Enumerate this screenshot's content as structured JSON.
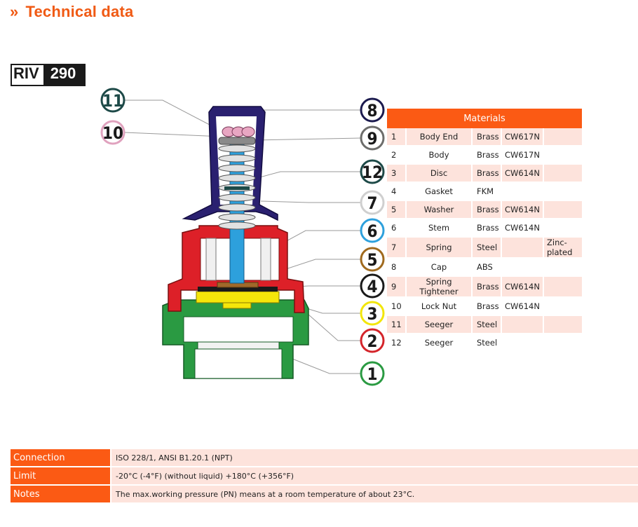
{
  "header": {
    "chevron": "»",
    "title": "Technical data"
  },
  "model": {
    "prefix": "RIV",
    "number": "290"
  },
  "diagram": {
    "callouts": [
      {
        "label": "11",
        "color": "#1e4a48"
      },
      {
        "label": "10",
        "color": "#e0a2be"
      },
      {
        "label": "8",
        "color": "#1b1a4e"
      },
      {
        "label": "9",
        "color": "#6d6d6b"
      },
      {
        "label": "12",
        "color": "#1e4a48"
      },
      {
        "label": "7",
        "color": "#cfcfcf"
      },
      {
        "label": "6",
        "color": "#2da0dc"
      },
      {
        "label": "5",
        "color": "#a06a1e"
      },
      {
        "label": "4",
        "color": "#1a1a1a"
      },
      {
        "label": "3",
        "color": "#f2e60a"
      },
      {
        "label": "2",
        "color": "#d4242a"
      },
      {
        "label": "1",
        "color": "#2a9a42"
      }
    ]
  },
  "materials": {
    "title": "Materials",
    "rows": [
      {
        "n": "1",
        "part": "Body End",
        "mat": "Brass",
        "grade": "CW617N",
        "finish": ""
      },
      {
        "n": "2",
        "part": "Body",
        "mat": "Brass",
        "grade": "CW617N",
        "finish": ""
      },
      {
        "n": "3",
        "part": "Disc",
        "mat": "Brass",
        "grade": "CW614N",
        "finish": ""
      },
      {
        "n": "4",
        "part": "Gasket",
        "mat": "FKM",
        "grade": "",
        "finish": ""
      },
      {
        "n": "5",
        "part": "Washer",
        "mat": "Brass",
        "grade": "CW614N",
        "finish": ""
      },
      {
        "n": "6",
        "part": "Stem",
        "mat": "Brass",
        "grade": "CW614N",
        "finish": ""
      },
      {
        "n": "7",
        "part": "Spring",
        "mat": "Steel",
        "grade": "",
        "finish": "Zinc-plated"
      },
      {
        "n": "8",
        "part": "Cap",
        "mat": "ABS",
        "grade": "",
        "finish": ""
      },
      {
        "n": "9",
        "part": "Spring Tightener",
        "mat": "Brass",
        "grade": "CW614N",
        "finish": ""
      },
      {
        "n": "10",
        "part": "Lock Nut",
        "mat": "Brass",
        "grade": "CW614N",
        "finish": ""
      },
      {
        "n": "11",
        "part": "Seeger",
        "mat": "Steel",
        "grade": "",
        "finish": ""
      },
      {
        "n": "12",
        "part": "Seeger",
        "mat": "Steel",
        "grade": "",
        "finish": ""
      }
    ]
  },
  "specs": [
    {
      "key": "Connection",
      "value": "ISO 228/1, ANSI B1.20.1 (NPT)"
    },
    {
      "key": "Limit",
      "value": "-20°C (-4°F) (without liquid) +180°C (+356°F)"
    },
    {
      "key": "Notes",
      "value": "The max.working pressure (PN) means at a room temperature of about 23°C."
    }
  ]
}
